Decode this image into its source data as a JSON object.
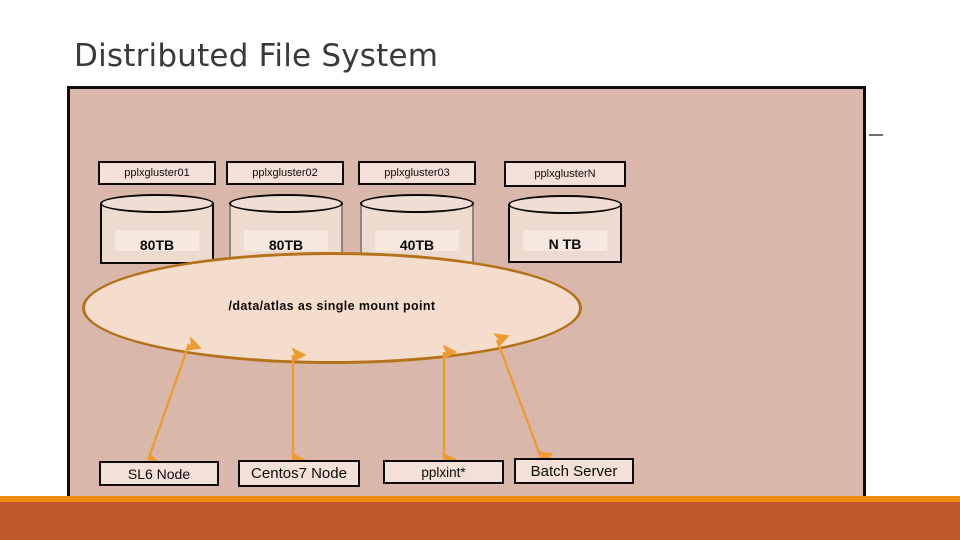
{
  "slide": {
    "title": "Distributed File System",
    "background_color": "#ffffff",
    "panel_color": "#d9b8ab",
    "accent_thin_color": "#ef8c12",
    "accent_thick_color": "#c0562c",
    "arrow_color": "#ef9a2e",
    "ellipse_stroke_color": "#b5721a",
    "ellipse_fill_color": "#f5ddcd"
  },
  "storage_clusters": [
    {
      "name": "pplxgluster01",
      "capacity": "80TB",
      "border": "black"
    },
    {
      "name": "pplxgluster02",
      "capacity": "80TB",
      "border": "muted"
    },
    {
      "name": "pplxgluster03",
      "capacity": "40TB",
      "border": "muted"
    },
    {
      "name": "pplxglusterN",
      "capacity": "N TB",
      "border": "black"
    }
  ],
  "mount_point": {
    "label": "/data/atlas as single mount point"
  },
  "client_nodes": [
    {
      "label": "SL6 Node"
    },
    {
      "label": "Centos7 Node"
    },
    {
      "label": "pplxint*"
    },
    {
      "label": "Batch Server"
    }
  ]
}
